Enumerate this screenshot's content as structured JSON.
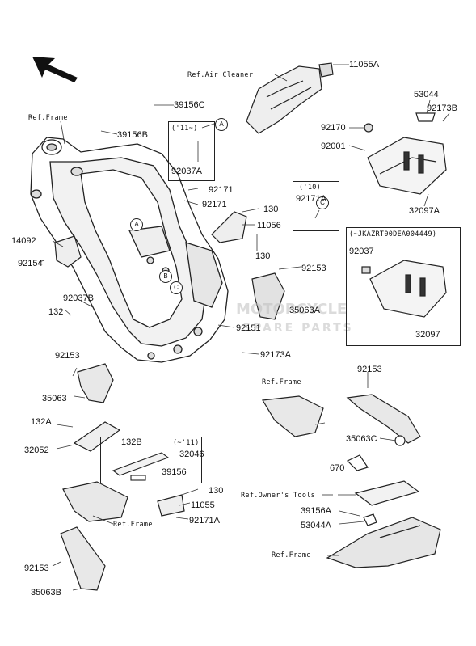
{
  "watermark": {
    "line1": "MOTORCYCLE",
    "line2": "SPARE PARTS"
  },
  "refs": {
    "air_cleaner": "Ref.Air Cleaner",
    "frame_top": "Ref.Frame",
    "frame_mid": "Ref.Frame",
    "owners_tools": "Ref.Owner's Tools",
    "frame_left_bottom": "Ref.Frame",
    "frame_right_bottom": "Ref.Frame"
  },
  "boxes": {
    "box1_caption": "('11~)",
    "box2_caption": "('10)",
    "box3_caption": "(~JKAZRT00DEA004449)",
    "box4_caption": "(~'11)"
  },
  "callouts": {
    "a": "A",
    "b": "B",
    "c": "C"
  },
  "parts": {
    "p11055A": "11055A",
    "p39156C": "39156C",
    "p39156B": "39156B",
    "p53044": "53044",
    "p92173B": "92173B",
    "p92170": "92170",
    "p92001": "92001",
    "p92037A": "92037A",
    "p92171_a": "92171",
    "p92171_b": "92171",
    "p130_a": "130",
    "p11056": "11056",
    "p130_b": "130",
    "p92171A_a": "92171A",
    "p32097A": "32097A",
    "p14092": "14092",
    "p92154": "92154",
    "p92153_a": "92153",
    "p92037": "92037",
    "p92037B": "92037B",
    "p35063A": "35063A",
    "p132": "132",
    "p92151": "92151",
    "p32097": "32097",
    "p92173A": "92173A",
    "p92153_b": "92153",
    "p35063": "35063",
    "p92153_c": "92153",
    "p132A": "132A",
    "p132B": "132B",
    "p32046": "32046",
    "p32052": "32052",
    "p35063C": "35063C",
    "p39156": "39156",
    "p670": "670",
    "p130_c": "130",
    "p11055": "11055",
    "p92171A_b": "92171A",
    "p39156A": "39156A",
    "p53044A": "53044A",
    "p92153_d": "92153",
    "p35063B": "35063B"
  }
}
